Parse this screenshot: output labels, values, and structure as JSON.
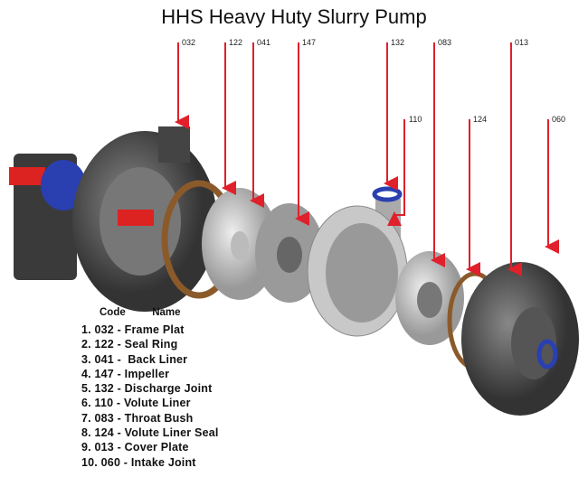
{
  "title": "HHS Heavy Huty Slurry Pump",
  "callouts": [
    "032",
    "122",
    "041",
    "147",
    "132",
    "110",
    "083",
    "124",
    "013",
    "060"
  ],
  "legend": {
    "header_code": "Code",
    "header_name": "Name",
    "items": [
      "1. 032 - Frame Plat",
      "2. 122 - Seal Ring",
      "3. 041 -  Back Liner",
      "4. 147 - Impeller",
      "5. 132 - Discharge Joint",
      "6. 110 - Volute Liner",
      "7. 083 - Throat Bush",
      "8. 124 - Volute Liner Seal",
      "9. 013 - Cover Plate",
      "10. 060 - Intake Joint"
    ]
  },
  "colors": {
    "arrow": "#e0202a",
    "part": "#8a8a8a",
    "seal": "#8b5a2b",
    "blue": "#2a3fb0"
  }
}
